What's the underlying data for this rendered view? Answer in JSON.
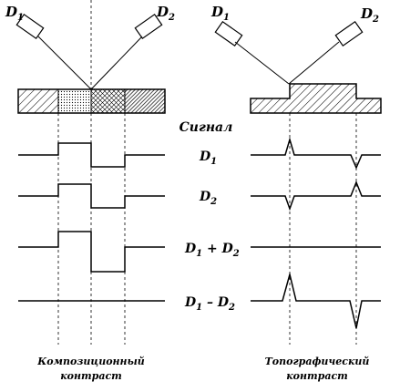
{
  "detectors": {
    "left_d1": "D",
    "left_d1_sub": "1",
    "left_d2": "D",
    "left_d2_sub": "2",
    "right_d1": "D",
    "right_d1_sub": "1",
    "right_d2": "D",
    "right_d2_sub": "2"
  },
  "signal_title": "Сигнал",
  "rows": [
    {
      "main": "D",
      "sub": "1",
      "rest": ""
    },
    {
      "main": "D",
      "sub": "2",
      "rest": ""
    },
    {
      "main": "D",
      "sub": "1",
      "rest": " + D",
      "sub2": "2"
    },
    {
      "main": "D",
      "sub": "1",
      "rest": " – D",
      "sub2": "2"
    }
  ],
  "captions": {
    "left_line1": "Композиционный",
    "left_line2": "контраст",
    "right_line1": "Топографический",
    "right_line2": "контраст"
  }
}
